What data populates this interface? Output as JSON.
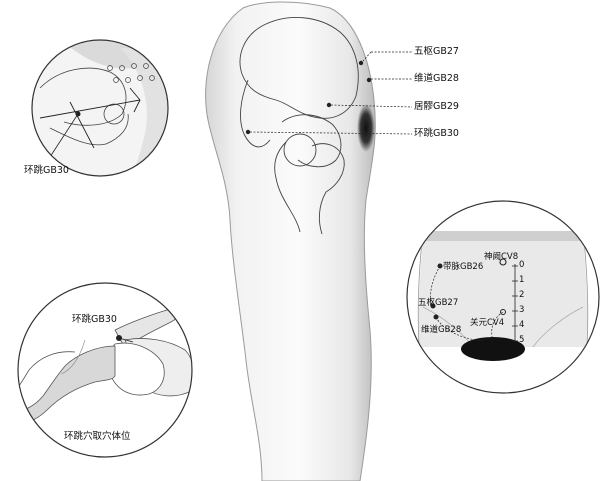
{
  "main_labels": {
    "wushu": "五枢GB27",
    "weidao": "维道GB28",
    "juliao": "居髎GB29",
    "huantiao": "环跳GB30"
  },
  "inset_hip": {
    "label": "环跳GB30"
  },
  "inset_lying": {
    "point_label": "环跳GB30",
    "caption": "环跳穴取穴体位"
  },
  "inset_abdomen": {
    "shenque": "神阙CV8",
    "daimai": "带脉GB26",
    "wushu": "五枢GB27",
    "guanyuan": "关元CV4",
    "weidao": "维道GB28",
    "scale": [
      "0",
      "1",
      "2",
      "3",
      "4",
      "5"
    ]
  }
}
